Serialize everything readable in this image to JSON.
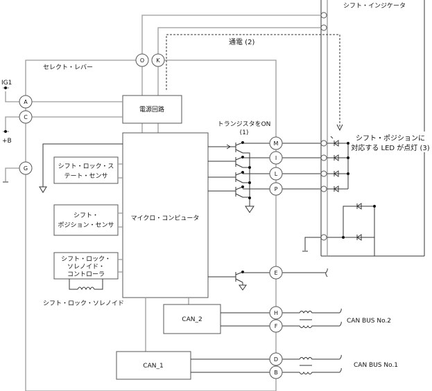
{
  "labels": {
    "indicator": "シフト・インジケータ",
    "select_lever": "セレクト・レバー",
    "power_circuit": "電源回路",
    "microcomputer": "マイクロ・コンピュータ",
    "shift_lock_state_sensor_1": "シフト・ロック・ス",
    "shift_lock_state_sensor_2": "テート・センサ",
    "shift_position_sensor_1": "シフト・",
    "shift_position_sensor_2": "ポジション・センサ",
    "shift_lock_controller_1": "シフト・ロック・",
    "shift_lock_controller_2": "ソレノイド・",
    "shift_lock_controller_3": "コントローラ",
    "shift_lock_solenoid": "シフト・ロック・ソレノイド",
    "can2": "CAN_2",
    "can1": "CAN_1",
    "can_bus_2": "CAN BUS No.2",
    "can_bus_1": "CAN BUS No.1",
    "ig1": "IG1",
    "plus_b": "+B",
    "conduction": "通電 (2)",
    "transistor_on_1": "トランジスタをON",
    "transistor_on_2": "(1)",
    "led_on_1": "シフト・ポジションに",
    "led_on_2": "対応する LED が点灯 (3)"
  },
  "connectors": {
    "O": "O",
    "K": "K",
    "A": "A",
    "C": "C",
    "G": "G",
    "M": "M",
    "I": "I",
    "L": "L",
    "P": "P",
    "E": "E",
    "H": "H",
    "F": "F",
    "D": "D",
    "B": "B"
  }
}
